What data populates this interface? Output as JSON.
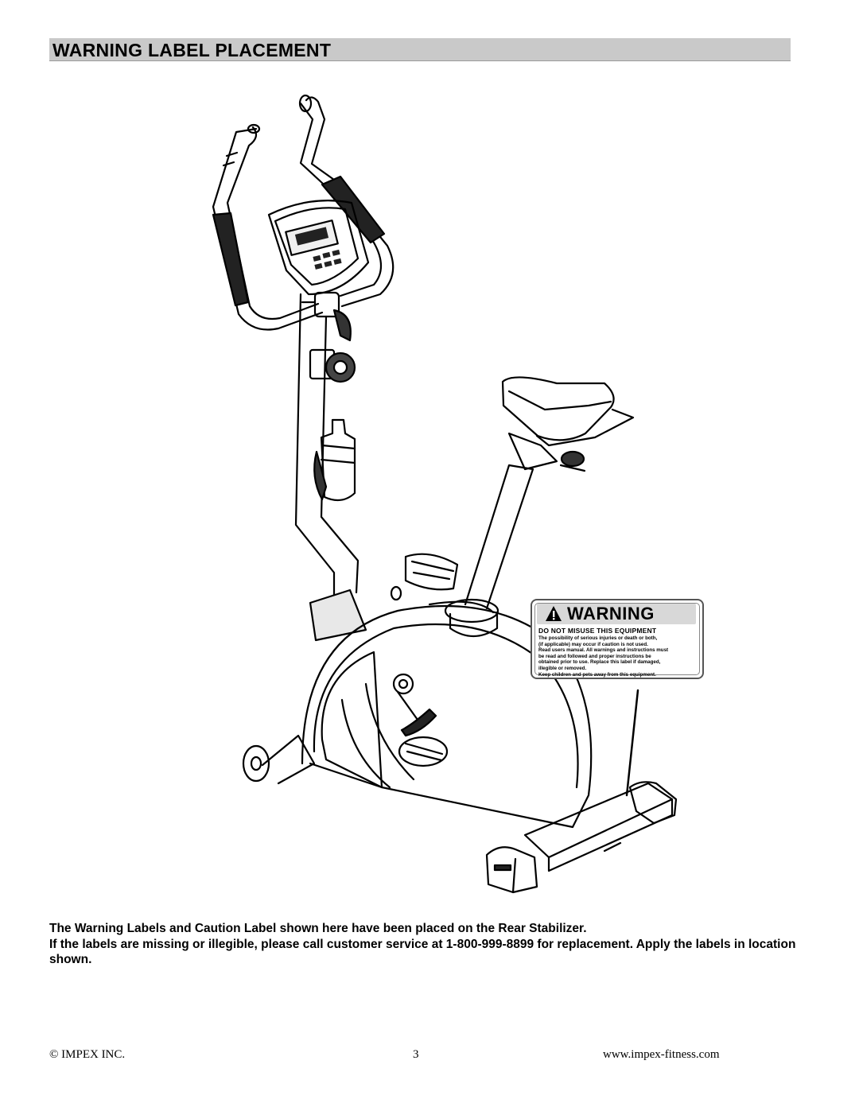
{
  "section": {
    "title": "WARNING LABEL PLACEMENT"
  },
  "warning_label": {
    "title": "WARNING",
    "subhead": "DO NOT MISUSE THIS EQUIPMENT",
    "lines": [
      "The possibility of serious injuries or death or both,",
      "(if applicable) may occur if caution is not used.",
      "Read users manual. All warnings and instructions must",
      "be read and followed and proper instructions be",
      "obtained prior to use. Replace this label if damaged,",
      "illegible or removed.",
      "Keep children and pets away from this equipment."
    ]
  },
  "caption": {
    "line1": "The Warning Labels and Caution Label shown here have been placed on the Rear Stabilizer.",
    "line2": "If the labels are missing or illegible, please call customer service at 1-800-999-8899 for replacement.  Apply the labels in location shown."
  },
  "footer": {
    "copyright": "© IMPEX INC.",
    "page_number": "3",
    "website": "www.impex-fitness.com"
  },
  "icons": {
    "warning": "warning-triangle-icon"
  }
}
